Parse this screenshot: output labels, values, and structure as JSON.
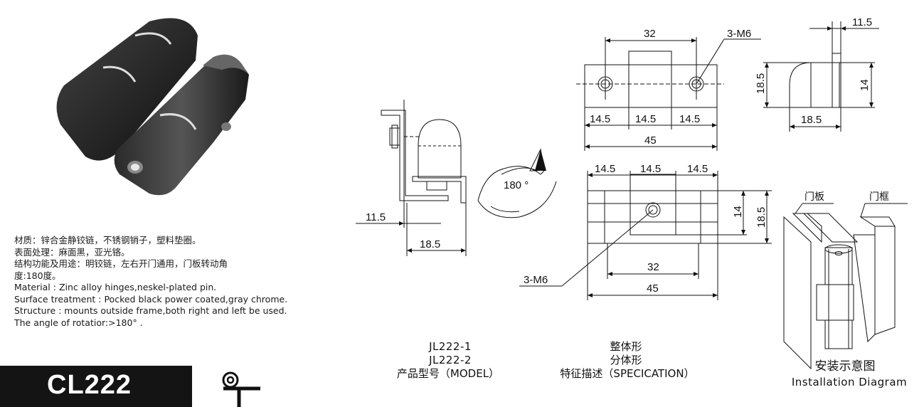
{
  "description": {
    "cn": [
      "材质：锌合金静铰链，不锈钢销子，塑料垫圈。",
      "表面处理：麻面黑，亚光铬。",
      "结构功能及用途：明铰链，左右开门通用，门板转动角",
      "度:180度。"
    ],
    "en": [
      "Material : Zinc alloy hinges,neskel-plated pin.",
      "Surface treatment : Pocked black power coated,gray chrome.",
      "Structure : mounts outside frame,both right and left be used.",
      "The angle of rotatior:>180°  ."
    ]
  },
  "product_code": "CL222",
  "models": {
    "model_1": "JL222-1",
    "model_2": "JL222-2",
    "model_label": "产品型号（MODEL）"
  },
  "specs": {
    "spec_1": "整体形",
    "spec_2": "分体形",
    "spec_label": "特征描述（SPECICATION）"
  },
  "installation": {
    "title_cn": "安装示意图",
    "title_en": "Installation Diagram",
    "door_panel": "门板",
    "door_frame": "门框"
  },
  "dimensions": {
    "d_32": "32",
    "d_3m6": "3-M6",
    "d_14_5": "14.5",
    "d_45": "45",
    "d_11_5": "11.5",
    "d_18_5": "18.5",
    "d_14": "14",
    "d_180": "180 °"
  }
}
